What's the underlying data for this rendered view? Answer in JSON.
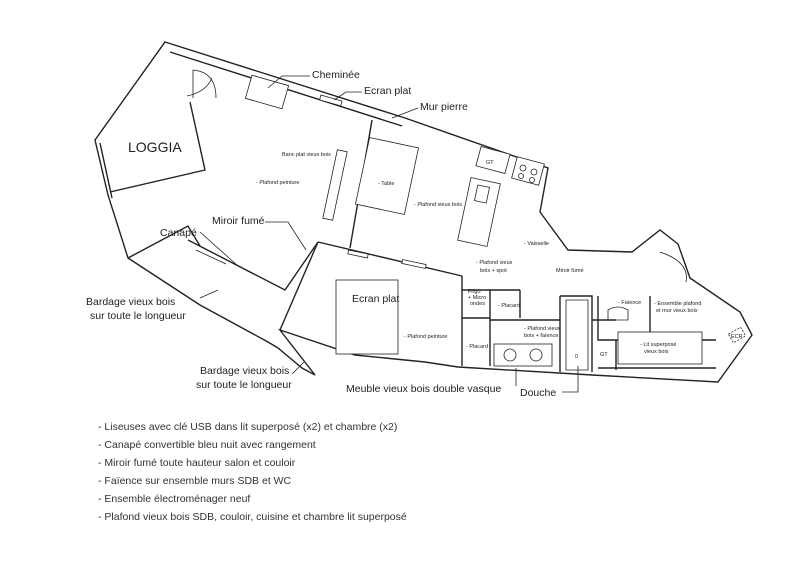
{
  "rooms": {
    "loggia": "LOGGIA"
  },
  "labels": {
    "cheminee": "Cheminée",
    "ecran_plat_top": "Ecran plat",
    "mur_pierre": "Mur pierre",
    "miroir_fume": "Miroir fumé",
    "canape": "Canapé",
    "ecran_plat_bedroom": "Ecran plat",
    "bardage_1_line1": "Bardage vieux bois",
    "bardage_1_line2": "sur toute le longueur",
    "bardage_2_line1": "Bardage vieux bois",
    "bardage_2_line2": "sur toute le longueur",
    "meuble": "Meuble vieux bois double vasque",
    "douche": "Douche"
  },
  "small_labels": {
    "banc": "Banc plat vieux bois",
    "plafond_peinture_salon": "- Plafond peinture",
    "table": "- Table",
    "plafond_vieux_bois_cuisine": "- Plafond vieux bois",
    "gt_kitchen": "GT",
    "vaisselle": "- Vaisselle",
    "plafond_couloir_1": "- Plafond vieux",
    "plafond_couloir_2": "bois + spot",
    "miroir_fume_couloir": "Miroir fumé",
    "frigo_1": "Frigo",
    "frigo_2": "+ Micro",
    "frigo_3": "ondes",
    "placard_1": "- Placard",
    "placard_2": "- Placard",
    "plafond_peinture_chambre": "- Plafond peinture",
    "plafond_sdb_1": "- Plafond vieux",
    "plafond_sdb_2": "bois + faïence",
    "faience": "- Faïence",
    "ensemble_1": "- Ensemble plafond",
    "ensemble_2": "et mur vieux bois",
    "lit_1": "- Lit superposé",
    "lit_2": "vieux bois",
    "gt_wc": "GT",
    "douche_mark": "0",
    "coin": "ECR"
  },
  "legend": [
    "- Liseuses avec clé USB dans lit superposé (x2)  et chambre (x2)",
    "- Canapé convertible bleu nuit avec rangement",
    "- Miroir fumé toute hauteur salon et couloir",
    "- Faïence sur ensemble murs SDB et WC",
    "- Ensemble électroménager neuf",
    "- Plafond vieux bois SDB, couloir, cuisine et chambre lit superposé"
  ]
}
